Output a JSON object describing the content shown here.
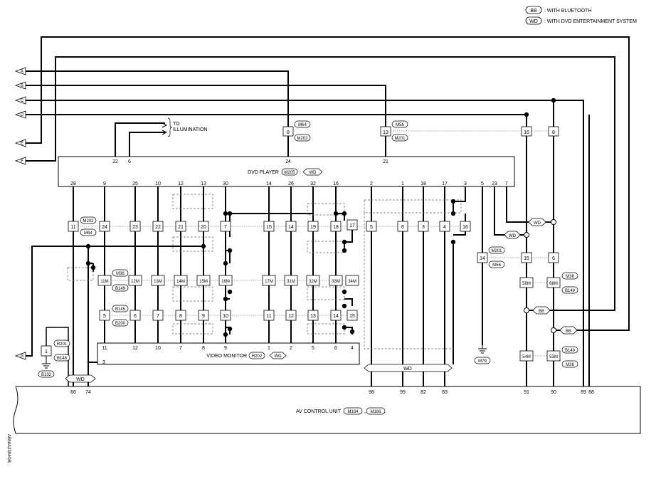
{
  "legend": {
    "bb_tag": "BB",
    "bb_text": ": WITH BLUETOOTH",
    "wd_tag": "WD",
    "wd_text": ": WITH DVD ENTERTAINMENT SYSTEM"
  },
  "left_arrows": [
    "A",
    "B",
    "C",
    "D",
    "E",
    "F",
    "G"
  ],
  "illumination": {
    "line1": "TO",
    "line2": "ILLUMINATION"
  },
  "dvd_player": {
    "name": "DVD PLAYER",
    "connector": "M205",
    "tag": "WD",
    "top_pins": [
      "22",
      "6",
      "24",
      "21"
    ],
    "bottom_pins": [
      "28",
      "9",
      "25",
      "10",
      "12",
      "13",
      "30",
      "14",
      "26",
      "32",
      "16",
      "2",
      "1",
      "18",
      "17",
      "3",
      "5",
      "23",
      "7"
    ]
  },
  "top_joints": [
    {
      "num": "8",
      "c1": "M64",
      "c2": "M202"
    },
    {
      "num": "13",
      "c1": "M56",
      "c2": "M201"
    }
  ],
  "right_top_boxes": [
    "16",
    "8"
  ],
  "row1_boxes": [
    "11",
    "24",
    "23",
    "22",
    "21",
    "20",
    "7",
    "15",
    "14",
    "19",
    "18",
    "17",
    "5",
    "6",
    "3",
    "4",
    "16"
  ],
  "row1_connectors": [
    "M202",
    "M64"
  ],
  "row2_boxes": [
    "11M",
    "12M",
    "13M",
    "14M",
    "15M",
    "16M",
    "17M",
    "31M",
    "32M",
    "33M",
    "34M"
  ],
  "row2_connectors": [
    "M36",
    "B149"
  ],
  "row3_boxes": [
    "5",
    "6",
    "7",
    "8",
    "9",
    "10",
    "11",
    "12",
    "13",
    "14",
    "15"
  ],
  "row3_connectors": [
    "B145",
    "B200"
  ],
  "right_mid": {
    "joint": "14",
    "c1": "M201",
    "c2": "M56",
    "box15": "15",
    "box6": "6",
    "box58": "58M",
    "box68": "68M",
    "c3": "M36",
    "c4": "B149"
  },
  "right_bottom": {
    "box54": "54M",
    "box53": "53M",
    "c1": "B149",
    "c2": "M36"
  },
  "ground_left": {
    "box": "1",
    "c1": "R201",
    "c2": "B146",
    "g": "B132"
  },
  "ground_mid": {
    "c": "M79"
  },
  "wd_tags": [
    "WD",
    "WD",
    "WD",
    "WD"
  ],
  "bb_tags": [
    "BB",
    "BB"
  ],
  "video_monitor": {
    "name": "VIDEO MONITOR",
    "connector": "R202",
    "tag": "WD",
    "top_pins": [
      "11",
      "12",
      "10",
      "7",
      "8",
      "9",
      "1",
      "2",
      "5",
      "6",
      "4"
    ],
    "side_pin": "3"
  },
  "av_control": {
    "name": "AV CONTROL UNIT",
    "c1": "M164",
    "c2": "M166",
    "pins": [
      "66",
      "74",
      "98",
      "99",
      "82",
      "83",
      "91",
      "90",
      "89",
      "88"
    ],
    "wd_bus": "WD"
  },
  "doc_code": "ABNIA2394GB"
}
